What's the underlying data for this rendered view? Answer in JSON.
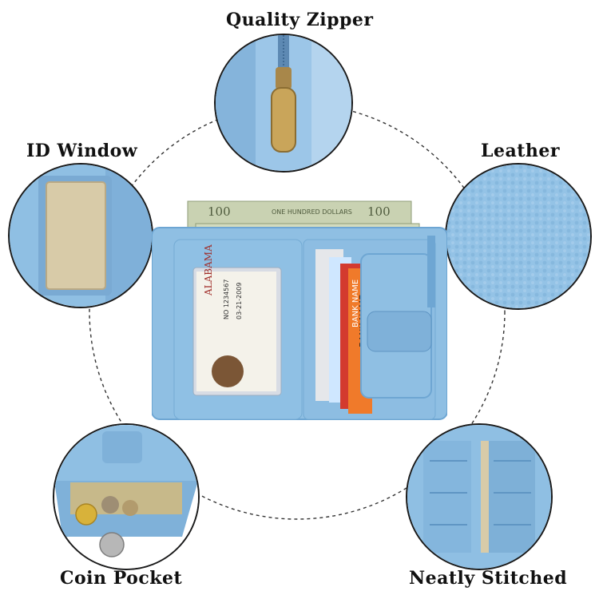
{
  "labels": {
    "zipper": "Quality Zipper",
    "id_window": "ID Window",
    "leather": "Leather",
    "coin_pocket": "Coin Pocket",
    "stitched": "Neatly Stitched"
  },
  "wallet": {
    "bill_text": "100",
    "bill_banner": "ONE HUNDRED DOLLARS",
    "id_state": "ALABAMA",
    "id_number": "NO 1234567",
    "id_date": "03-21-2009",
    "card_text_1": "BANK NAME",
    "card_text_2": "BANK NAME"
  },
  "colors": {
    "wallet_blue": "#8fbfe3",
    "wallet_blue_dark": "#6ea6d3",
    "card_orange": "#f07a2a",
    "card_red": "#d33a2e",
    "zipper_gold": "#c9a55a",
    "id_window_beige": "#d8cba8"
  }
}
